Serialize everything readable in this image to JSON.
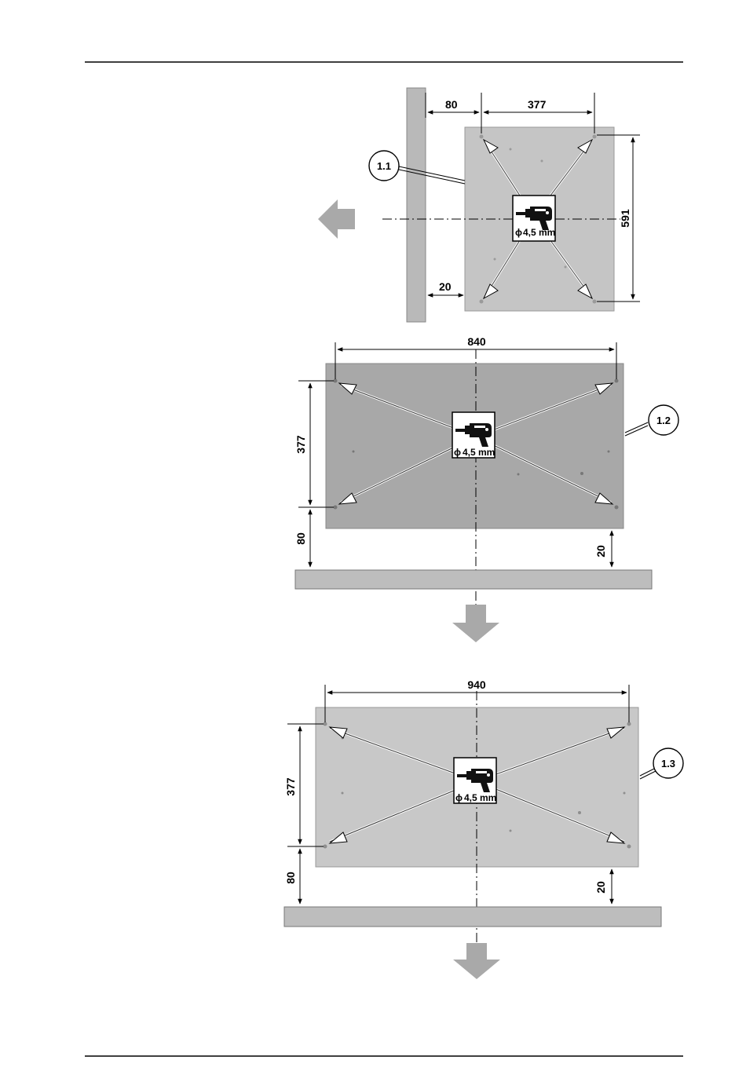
{
  "header": {
    "rule": true
  },
  "footer": {
    "rule": true
  },
  "diagram_1": {
    "callout": "1.1",
    "dim_top_left": "80",
    "dim_top_spacing": "377",
    "dim_vertical": "591",
    "dim_bottom_left": "20",
    "drill_label": "4,5 mm",
    "drill_symbol": "ϕ"
  },
  "diagram_2": {
    "callout": "1.2",
    "dim_width": "840",
    "dim_vertical": "377",
    "dim_floor": "80",
    "dim_gap": "20",
    "drill_label": "4,5 mm",
    "drill_symbol": "ϕ"
  },
  "diagram_3": {
    "callout": "1.3",
    "dim_width": "940",
    "dim_vertical": "377",
    "dim_floor": "80",
    "dim_gap": "20",
    "drill_label": "4,5 mm",
    "drill_symbol": "ϕ"
  },
  "colors": {
    "panel_light": "#c8c8c8",
    "panel_dark": "#a8a8a8",
    "wall": "#b9b9b9",
    "arrow_gray": "#a9a9a9"
  }
}
